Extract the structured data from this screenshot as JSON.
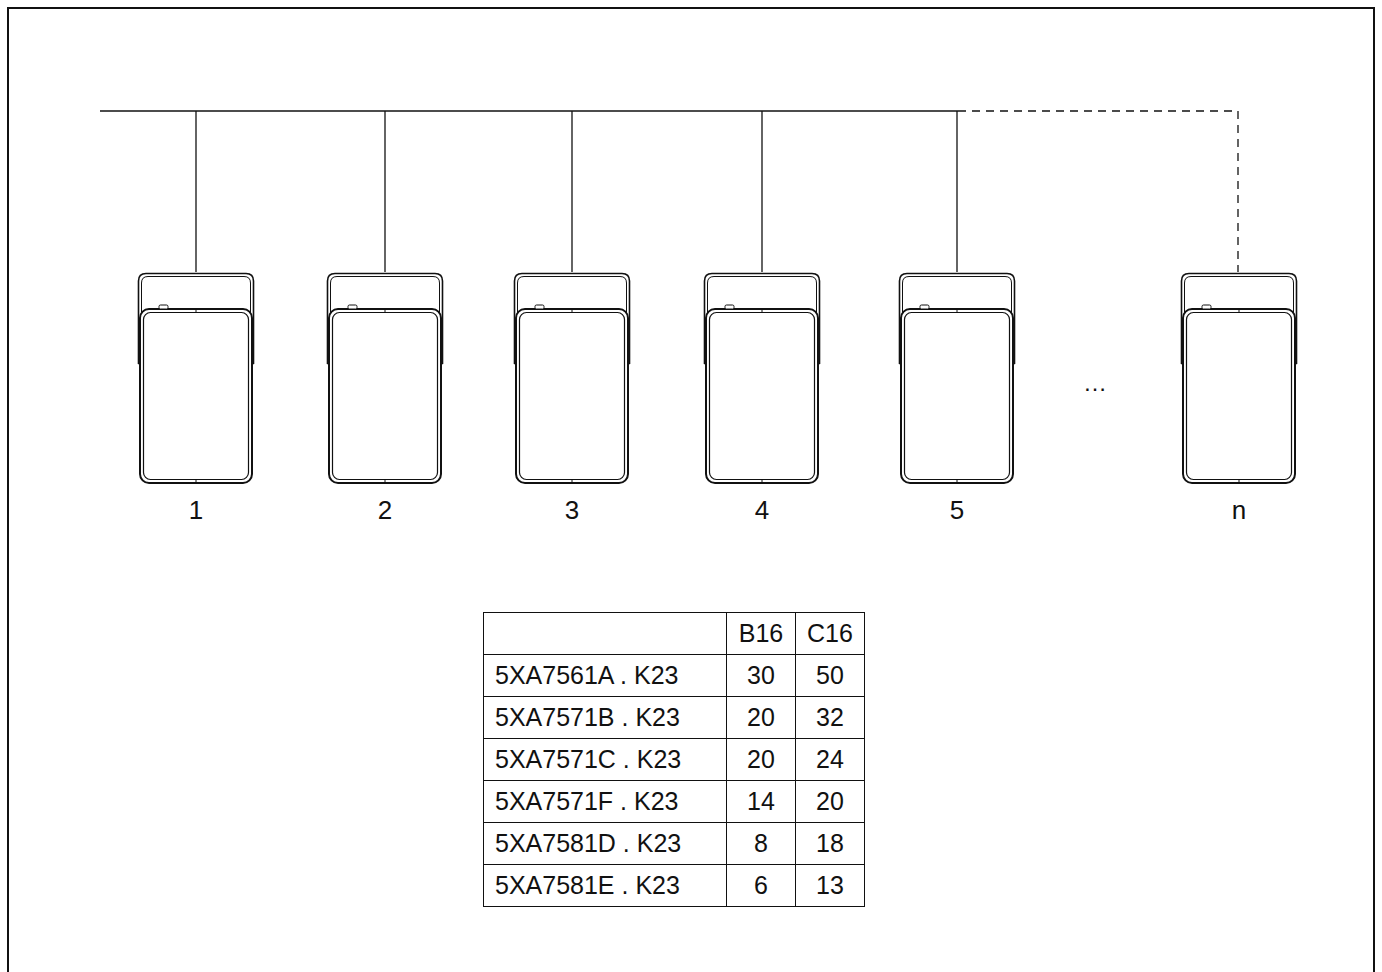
{
  "diagram": {
    "nodes": [
      {
        "text": [
          "1"
        ]
      },
      {
        "text": [
          "2"
        ]
      },
      {
        "text": [
          "3"
        ]
      },
      {
        "text": [
          "4"
        ]
      },
      {
        "text": [
          "5"
        ]
      },
      {
        "text": [
          "n"
        ]
      }
    ],
    "labels": [
      "…",
      "B16",
      "C16",
      "5XA7561A . K23",
      "30",
      "50",
      "5XA7571B . K23",
      "20",
      "32",
      "5XA7571C . K23",
      "20",
      "24",
      "5XA7571F . K23",
      "14",
      "20",
      "5XA7581D . K23",
      "8",
      "18",
      "5XA7581E . K23",
      "6",
      "13"
    ]
  }
}
